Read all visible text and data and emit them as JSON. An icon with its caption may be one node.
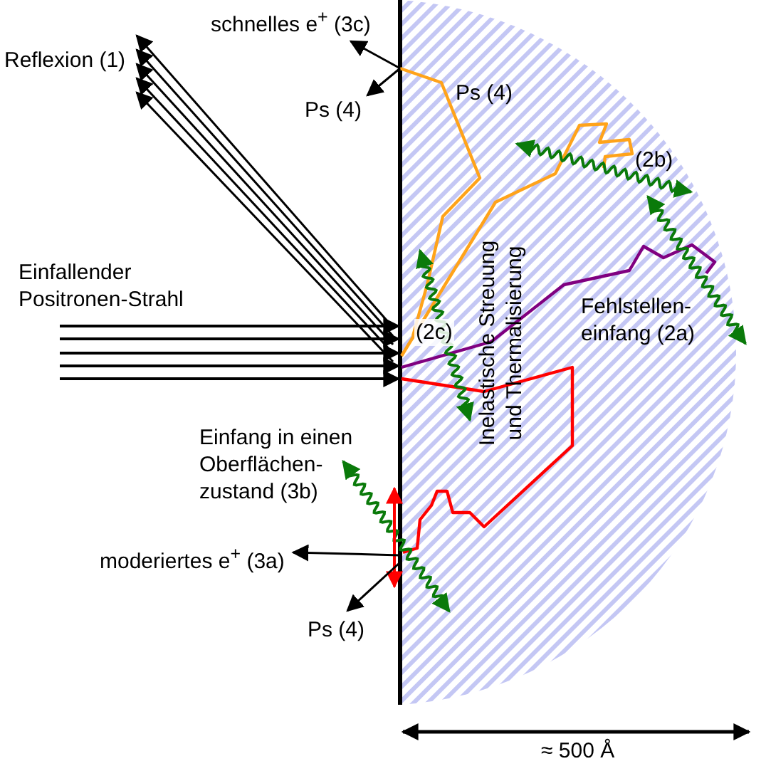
{
  "diagram": {
    "nodes": [
      {
        "text": [
          "schnelles e$^{+}$ (3c)"
        ]
      },
      {
        "text": [
          "Reflexion (1)"
        ]
      },
      {
        "text": [
          "Ps (4)"
        ]
      },
      {
        "text": [
          "moderiertes e$^{+}$ (3a)"
        ]
      },
      {
        "text": [
          "Ps (4)"
        ]
      }
    ],
    "edges": [
      {
        "from": null,
        "to": 0,
        "arrow": "to"
      },
      {
        "from": null,
        "to": 1,
        "arrow": "to"
      },
      {
        "from": null,
        "to": 1,
        "arrow": "to"
      },
      {
        "from": null,
        "to": 1,
        "arrow": "to"
      },
      {
        "from": null,
        "to": 1,
        "arrow": "to"
      },
      {
        "from": null,
        "to": 1,
        "arrow": "to"
      },
      {
        "from": null,
        "to": 2,
        "arrow": "to"
      },
      {
        "from": null,
        "to": 3,
        "arrow": "to"
      },
      {
        "from": null,
        "to": 4,
        "arrow": "to"
      }
    ],
    "labels": [
      "Ps (4)",
      "(2b)",
      "Einfallender Positronen-Strahl",
      "(2c)",
      "Inelastische Streuung und Thermalisierung",
      "Fehlstellen-einfang (2a)",
      "Einfang in einen Oberflächen-zustand (3b)",
      "≈ 500 Å"
    ]
  }
}
